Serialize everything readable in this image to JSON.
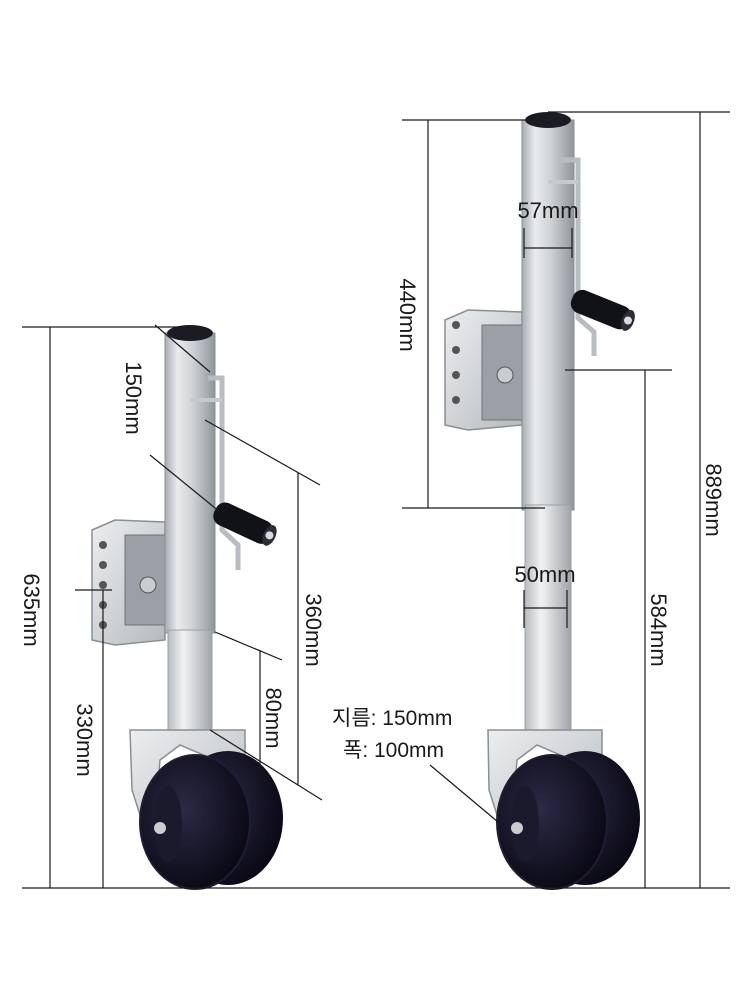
{
  "colors": {
    "background": "#ffffff",
    "tube": "#d7dadd",
    "tube_shadow": "#9ea3a8",
    "wheel": "#0d0c1c",
    "dimension_line": "#1a1a1a"
  },
  "left_jack": {
    "dimensions": {
      "total_height": "635mm",
      "top_section": "150mm",
      "handle_span": "360mm",
      "wheel_offset": "80mm",
      "lower_height": "330mm"
    }
  },
  "right_jack": {
    "dimensions": {
      "total_height": "889mm",
      "upper_length": "440mm",
      "outer_tube_width": "57mm",
      "inner_tube_width": "50mm",
      "lower_length": "584mm"
    },
    "wheel_spec": {
      "diameter": "지름: 150mm",
      "width": "폭: 100mm"
    }
  }
}
